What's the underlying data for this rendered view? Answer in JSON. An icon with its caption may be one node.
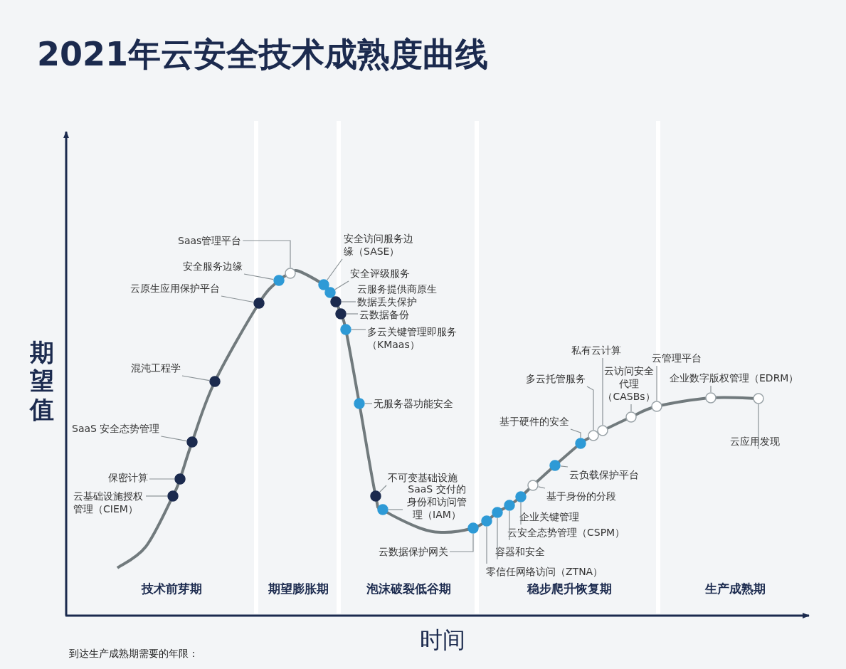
{
  "diagram": {
    "title": "2021年云安全技术成熟度曲线",
    "nodes": [
      {
        "text": [
          "云基础设施授权管理（CIEM）"
        ]
      },
      {
        "text": [
          "保密计算"
        ]
      },
      {
        "text": [
          "SaaS 安全态势管理"
        ]
      },
      {
        "text": [
          "混沌工程学"
        ]
      },
      {
        "text": [
          "云原生应用保护平台"
        ]
      },
      {
        "text": [
          "安全服务边缘"
        ]
      },
      {
        "text": [
          "Saas管理平台"
        ]
      },
      {
        "text": [
          "安全访问服务边缘（SASE）"
        ]
      },
      {
        "text": [
          "安全评级服务"
        ]
      },
      {
        "text": [
          "云服务提供商原生数据丢失保护"
        ]
      },
      {
        "text": [
          "云数据备份"
        ]
      },
      {
        "text": [
          "多云关键管理即服务（KMaas）"
        ]
      },
      {
        "text": [
          "无服务器功能安全"
        ]
      },
      {
        "text": [
          "不可变基础设施"
        ]
      },
      {
        "text": [
          "SaaS 交付的身份和访问管理（IAM）"
        ]
      },
      {
        "text": [
          "云数据保护网关"
        ]
      },
      {
        "text": [
          "零信任网络访问（ZTNA）"
        ]
      },
      {
        "text": [
          "容器和安全"
        ]
      },
      {
        "text": [
          "云安全态势管理（CSPM）"
        ]
      },
      {
        "text": [
          "企业关键管理"
        ]
      },
      {
        "text": [
          "基于身份的分段"
        ]
      },
      {
        "text": [
          "云负载保护平台"
        ]
      },
      {
        "text": [
          "基于硬件的安全"
        ]
      },
      {
        "text": [
          "多云托管服务"
        ]
      },
      {
        "text": [
          "私有云计算"
        ]
      },
      {
        "text": [
          "云访问安全代理（CASBs）"
        ]
      },
      {
        "text": [
          "云管理平台"
        ]
      },
      {
        "text": [
          "企业数字版权管理（EDRM）"
        ]
      },
      {
        "text": [
          "云应用发现"
        ]
      },
      {
        "text": [],
        "shape": "circle"
      },
      {
        "text": [],
        "shape": "circle"
      },
      {
        "text": [],
        "shape": "circle"
      },
      {
        "text": [],
        "shape": "circle"
      },
      {
        "text": [],
        "shape": "circle"
      },
      {
        "text": [],
        "shape": "circle"
      },
      {
        "text": [],
        "shape": "circle"
      },
      {
        "text": [],
        "shape": "circle"
      },
      {
        "text": [],
        "shape": "circle"
      },
      {
        "text": [],
        "shape": "circle"
      },
      {
        "text": [],
        "shape": "circle"
      },
      {
        "text": [],
        "shape": "circle"
      },
      {
        "text": [],
        "shape": "circle"
      },
      {
        "text": [],
        "shape": "circle"
      },
      {
        "text": [],
        "shape": "circle"
      },
      {
        "text": [],
        "shape": "circle"
      },
      {
        "text": [],
        "shape": "circle"
      },
      {
        "text": [],
        "shape": "circle"
      },
      {
        "text": [],
        "shape": "circle"
      },
      {
        "text": [],
        "shape": "circle"
      },
      {
        "text": [],
        "shape": "circle"
      },
      {
        "text": [],
        "shape": "circle"
      },
      {
        "text": [],
        "shape": "circle"
      },
      {
        "text": [],
        "shape": "circle"
      },
      {
        "text": [],
        "shape": "circle"
      },
      {
        "text": [],
        "shape": "circle"
      },
      {
        "text": [],
        "shape": "circle"
      },
      {
        "text": [],
        "shape": "circle"
      },
      {
        "text": [],
        "shape": "circle"
      }
    ],
    "edges": [
      {
        "from": 0,
        "to": 29,
        "arrow": "none"
      },
      {
        "from": 1,
        "to": 30,
        "arrow": "none"
      },
      {
        "from": 2,
        "to": 31,
        "arrow": "none"
      },
      {
        "from": 3,
        "to": 32,
        "arrow": "none"
      },
      {
        "from": 4,
        "to": 33,
        "arrow": "none"
      },
      {
        "from": 5,
        "to": 34,
        "arrow": "none"
      },
      {
        "from": 6,
        "to": 35,
        "arrow": "none"
      },
      {
        "from": 7,
        "to": 36,
        "arrow": "none"
      },
      {
        "from": 8,
        "to": 37,
        "arrow": "none"
      },
      {
        "from": 9,
        "to": 38,
        "arrow": "none"
      },
      {
        "from": 10,
        "to": 39,
        "arrow": "none"
      },
      {
        "from": 11,
        "to": 40,
        "arrow": "none"
      },
      {
        "from": 12,
        "to": 41,
        "arrow": "none"
      },
      {
        "from": 13,
        "to": 42,
        "arrow": "none"
      },
      {
        "from": 14,
        "to": 43,
        "arrow": "none"
      },
      {
        "from": 15,
        "to": 44,
        "arrow": "none"
      },
      {
        "from": 16,
        "to": 45,
        "arrow": "none"
      },
      {
        "from": 17,
        "to": 46,
        "arrow": "none"
      },
      {
        "from": 18,
        "to": 47,
        "arrow": "none"
      },
      {
        "from": 19,
        "to": 48,
        "arrow": "none"
      },
      {
        "from": 20,
        "to": 49,
        "arrow": "none"
      },
      {
        "from": 21,
        "to": 50,
        "arrow": "none"
      },
      {
        "from": 22,
        "to": 51,
        "arrow": "none"
      },
      {
        "from": 23,
        "to": 52,
        "arrow": "none"
      },
      {
        "from": 24,
        "to": 53,
        "arrow": "none"
      },
      {
        "from": 25,
        "to": 54,
        "arrow": "none"
      },
      {
        "from": 26,
        "to": 55,
        "arrow": "none"
      },
      {
        "from": 27,
        "to": 56,
        "arrow": "none"
      },
      {
        "from": 28,
        "to": 57,
        "arrow": "none"
      }
    ],
    "labels": [
      "期望值",
      "技术前芽期",
      "期望膨胀期",
      "泡沫破裂低谷期",
      "稳步爬升恢复期",
      "生产成熟期",
      "时间",
      "到达生产成熟期需要的年限："
    ]
  }
}
